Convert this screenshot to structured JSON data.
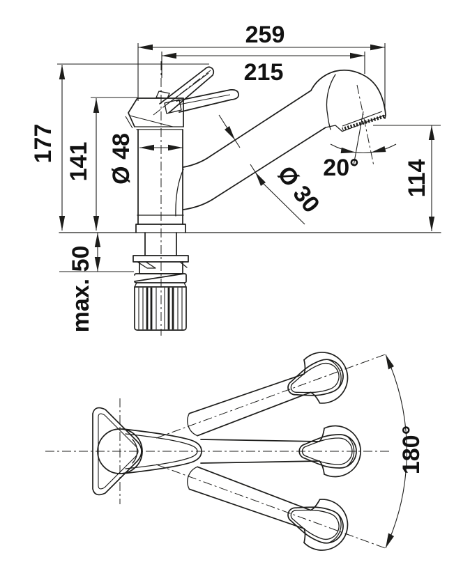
{
  "drawing": {
    "background_color": "#ffffff",
    "line_color": "#1d1d1b",
    "labels": {
      "reach_total": "259",
      "reach_spout": "215",
      "height_total": "177",
      "height_to_spout": "141",
      "body_diameter": "Ø 48",
      "spout_tube_diameter": "Ø 30",
      "outlet_angle": "20°",
      "outlet_height": "114",
      "max_mounting_thickness": "max. 50",
      "swivel_range": "180°"
    }
  }
}
